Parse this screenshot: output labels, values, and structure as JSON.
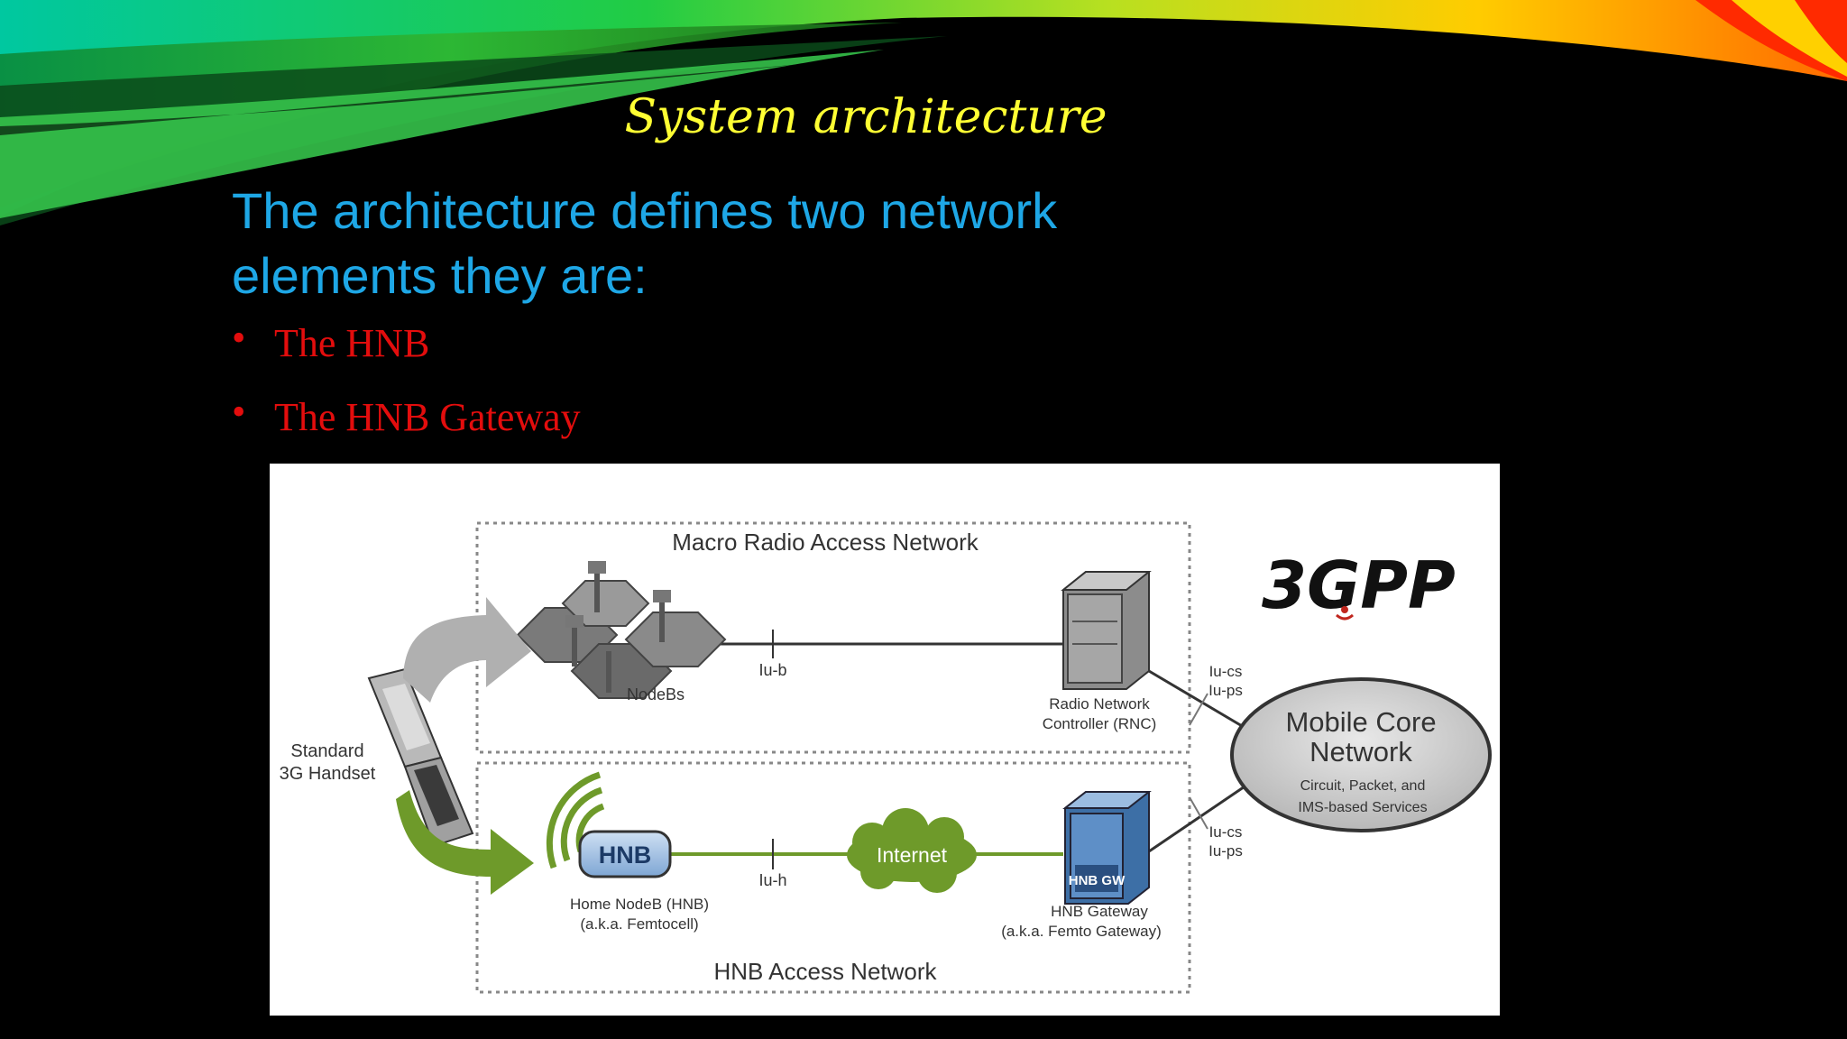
{
  "slide": {
    "title": "System architecture",
    "heading": "The architecture defines two network elements they are:",
    "bullets": [
      "The HNB",
      "The HNB Gateway"
    ]
  },
  "diagram": {
    "logo_text": "3GPP",
    "macro_network_label": "Macro Radio Access Network",
    "hnb_network_label": "HNB Access Network",
    "nodebs_label": "NodeBs",
    "iub_label": "Iu-b",
    "iuh_label": "Iu-h",
    "rnc_label_line1": "Radio Network",
    "rnc_label_line2": "Controller (RNC)",
    "handset_label_line1": "Standard",
    "handset_label_line2": "3G Handset",
    "hnb_badge": "HNB",
    "hnb_label_line1": "Home NodeB (HNB)",
    "hnb_label_line2": "(a.k.a. Femtocell)",
    "internet_label": "Internet",
    "hnbgw_badge": "HNB GW",
    "hnbgw_label_line1": "HNB Gateway",
    "hnbgw_label_line2": "(a.k.a. Femto Gateway)",
    "core_title_line1": "Mobile Core",
    "core_title_line2": "Network",
    "core_sub_line1": "Circuit, Packet, and",
    "core_sub_line2": "IMS-based Services",
    "iu_upper_line1": "Iu-cs",
    "iu_upper_line2": "Iu-ps",
    "iu_lower_line1": "Iu-cs",
    "iu_lower_line2": "Iu-ps"
  },
  "colors": {
    "title": "#ffff33",
    "heading": "#1ea7e6",
    "bullet": "#e30d0d",
    "green_link": "#6e9a2a",
    "hnb_blue": "#4a78b0"
  }
}
